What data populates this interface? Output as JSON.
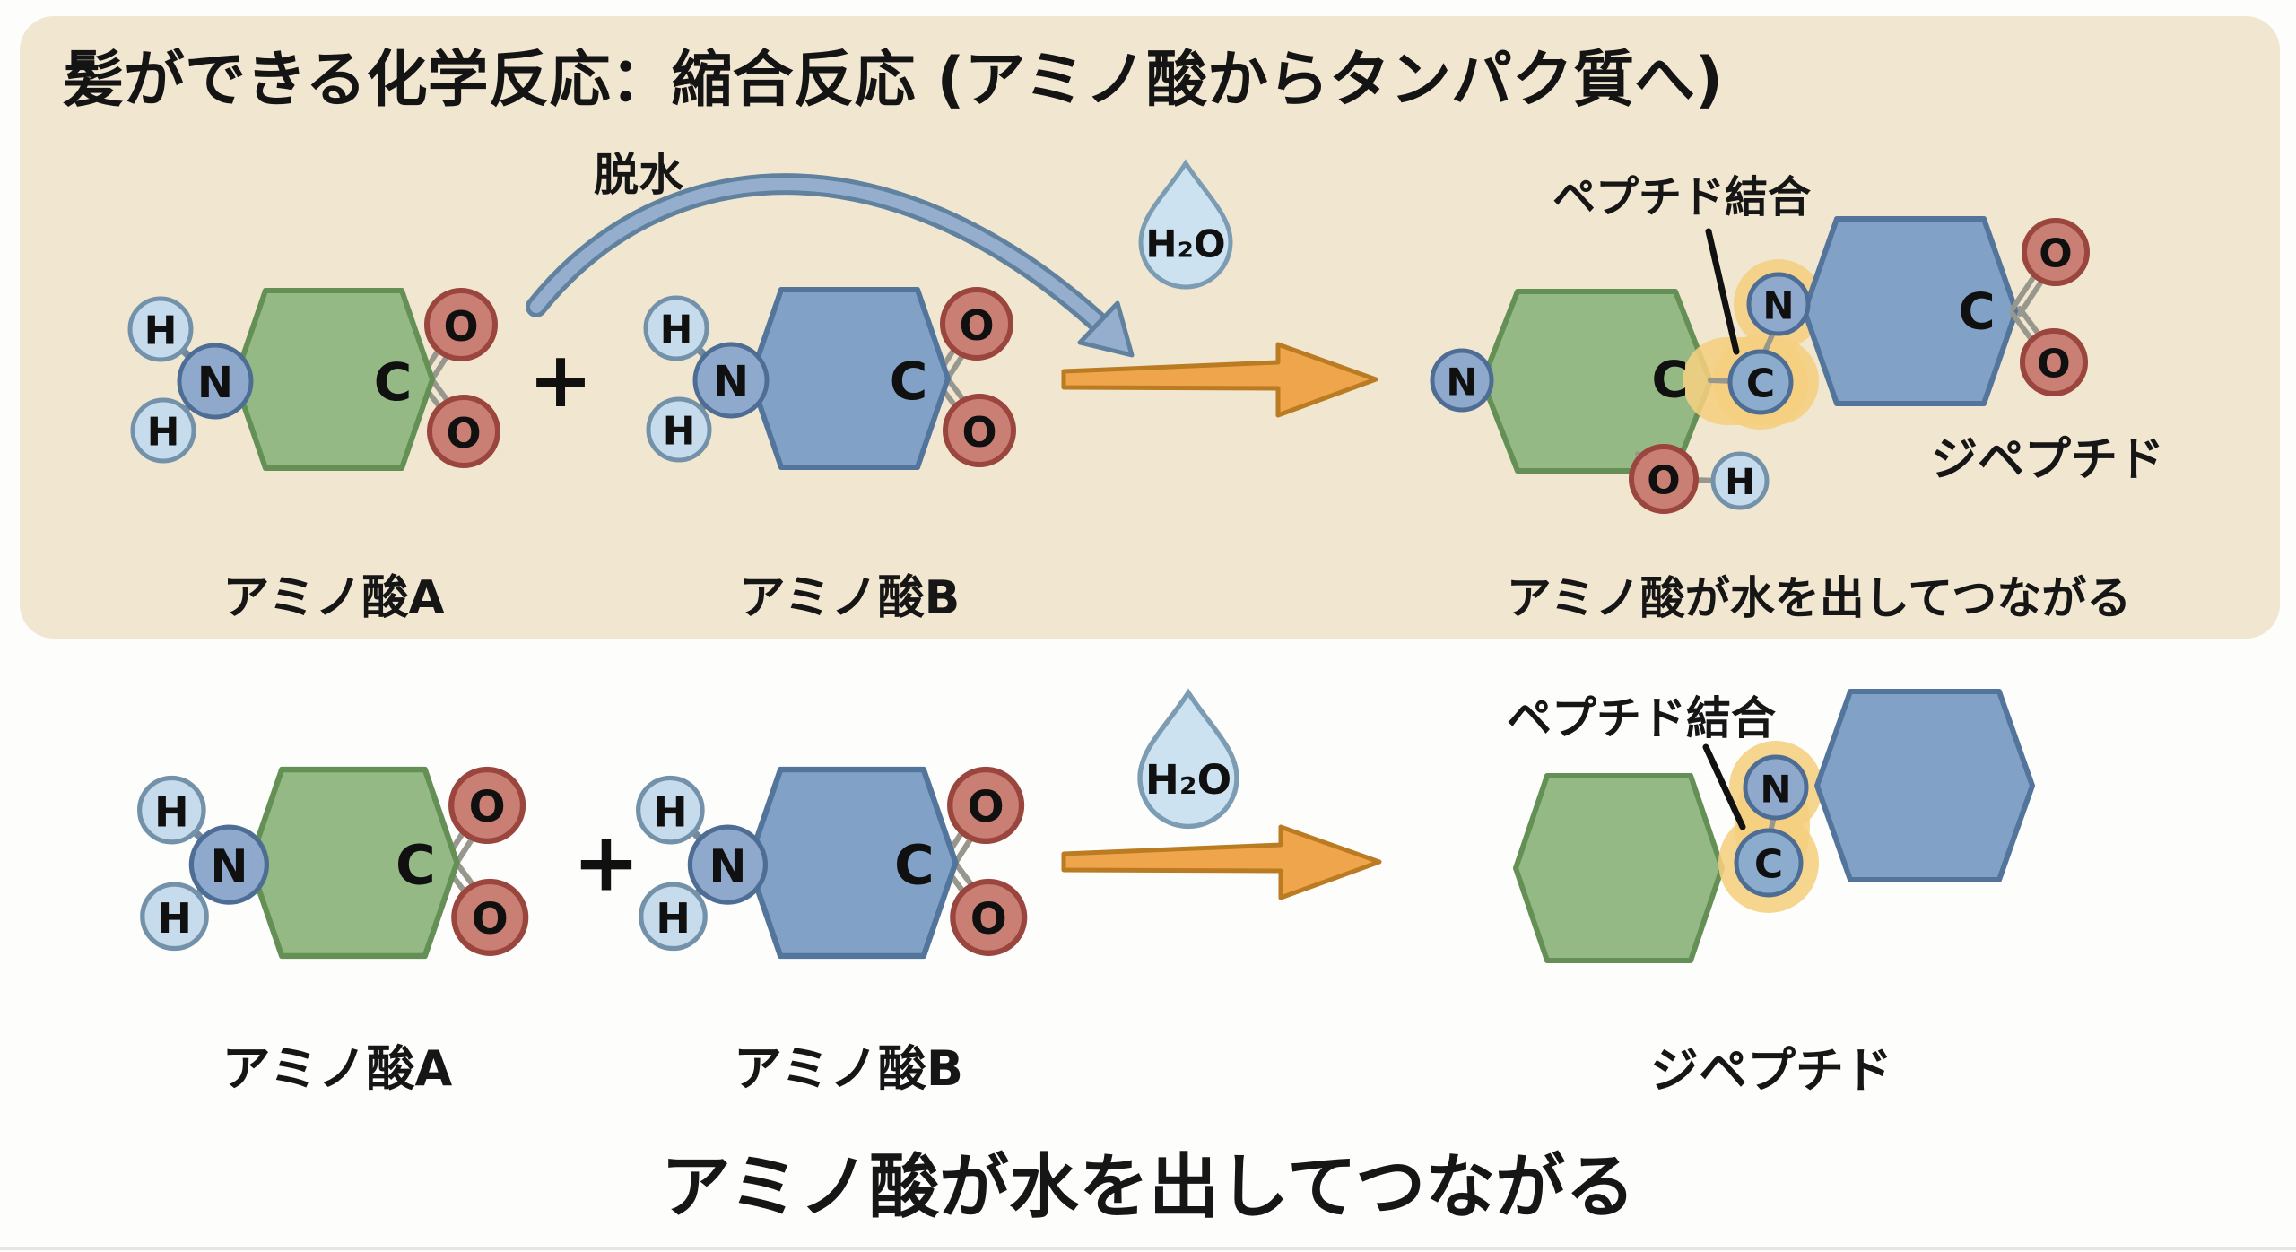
{
  "title": "髪ができる化学反応：縮合反応 (アミノ酸からタンパク質へ)",
  "labels": {
    "dehydration": "脱水",
    "water_formula": "H₂O",
    "plus": "+",
    "peptide_bond": "ペプチド結合",
    "amino_acid_a": "アミノ酸A",
    "amino_acid_b": "アミノ酸B",
    "dipeptide": "ジペプチド",
    "row1_caption": "アミノ酸が水を出してつながる",
    "bottom_caption": "アミノ酸が水を出してつながる"
  },
  "atoms": {
    "hydrogen": "H",
    "nitrogen": "N",
    "carbon": "C",
    "oxygen": "O"
  },
  "colors": {
    "panel_background": "#f1e6cf",
    "page_background": "#fdfdfc",
    "hexagon_green": "#95b985",
    "hexagon_green_stroke": "#649055",
    "hexagon_blue": "#81a1c6",
    "hexagon_blue_stroke": "#54759b",
    "nitrogen_circle": "#8ea9cc",
    "hydrogen_circle": "#c6dcec",
    "oxygen_circle": "#c97f74",
    "peptide_highlight": "#f5cf80",
    "orange_arrow": "#efa54b",
    "blue_arrow": "#95aecd",
    "water_droplet": "#cde2f1",
    "text": "#161616"
  }
}
